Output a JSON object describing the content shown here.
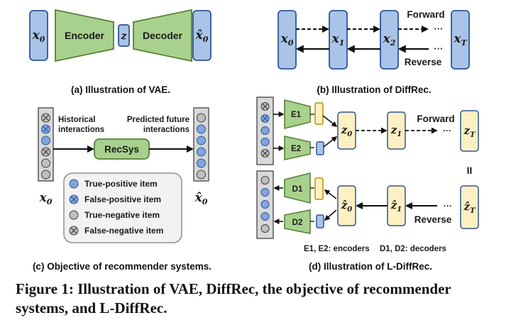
{
  "vae": {
    "input": "x",
    "input_sub": "0",
    "encoder": "Encoder",
    "latent": "z",
    "decoder": "Decoder",
    "output": "x̂",
    "output_sub": "0",
    "caption": "(a) Illustration of VAE."
  },
  "diffrec": {
    "nodes": [
      {
        "base": "x",
        "sub": "0"
      },
      {
        "base": "x",
        "sub": "1"
      },
      {
        "base": "x",
        "sub": "2"
      },
      {
        "base": "x",
        "sub": "T"
      }
    ],
    "forward": "Forward",
    "reverse": "Reverse",
    "ellipsis": "···",
    "caption": "(b) Illustration of DiffRec."
  },
  "recsys": {
    "historical": "Historical\ninteractions",
    "predicted": "Predicted future\ninteractions",
    "model": "RecSys",
    "input": "x",
    "input_sub": "0",
    "output": "x̂",
    "output_sub": "0",
    "legend": [
      "True-positive item",
      "False-positive item",
      "True-negative item",
      "False-negative item"
    ],
    "caption": "(c) Objective of recommender systems."
  },
  "ldiffrec": {
    "encoders": [
      "E1",
      "E2"
    ],
    "decoders": [
      "D1",
      "D2"
    ],
    "top_nodes": [
      {
        "base": "z",
        "sub": "0"
      },
      {
        "base": "z",
        "sub": "1"
      },
      {
        "base": "z",
        "sub": "T"
      }
    ],
    "bottom_nodes": [
      {
        "base": "ẑ",
        "sub": "0"
      },
      {
        "base": "ẑ",
        "sub": "1"
      },
      {
        "base": "ẑ",
        "sub": "T"
      }
    ],
    "forward": "Forward",
    "reverse": "Reverse",
    "equals": "II",
    "ellipsis": "···",
    "note_encoders": "E1, E2: encoders",
    "note_decoders": "D1, D2: decoders",
    "caption": "(d) Illustration of L-DiffRec."
  },
  "figure_caption": "Figure 1: Illustration of VAE, DiffRec, the objective of recommender systems, and L-DiffRec.",
  "colors": {
    "box_fill": "#a9c4e8",
    "box_stroke": "#2f5597",
    "trap_fill": "#a9d18e",
    "trap_stroke": "#548235",
    "latent_fill": "#fdf0c2",
    "gold_stroke": "#bf9000",
    "circle_blue": "#7fa6dd",
    "circle_gray": "#bfbfbf"
  }
}
